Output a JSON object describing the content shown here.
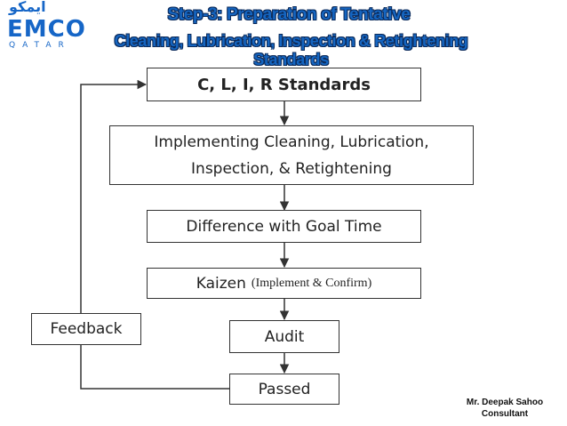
{
  "logo": {
    "main": "EMCO",
    "sub": "QATAR",
    "arabic": "ايمكو"
  },
  "title": {
    "line1": "Step-3: Preparation of Tentative",
    "line2": "Cleaning, Lubrication, Inspection & Retightening Standards"
  },
  "flow": {
    "step1": "C, L, I, R Standards",
    "step2_line1": "Implementing Cleaning, Lubrication,",
    "step2_line2": "Inspection, & Retightening",
    "step3": "Difference with Goal Time",
    "step4_main": "Kaizen",
    "step4_sub": "(Implement & Confirm)",
    "step5": "Audit",
    "step6": "Passed",
    "feedback": "Feedback"
  },
  "author": {
    "name": "Mr. Deepak Sahoo",
    "role": "Consultant"
  },
  "colors": {
    "title_fill": "#1565c0",
    "title_outline": "#0b2a5a",
    "logo": "#1666c7",
    "box_border": "#333333"
  }
}
